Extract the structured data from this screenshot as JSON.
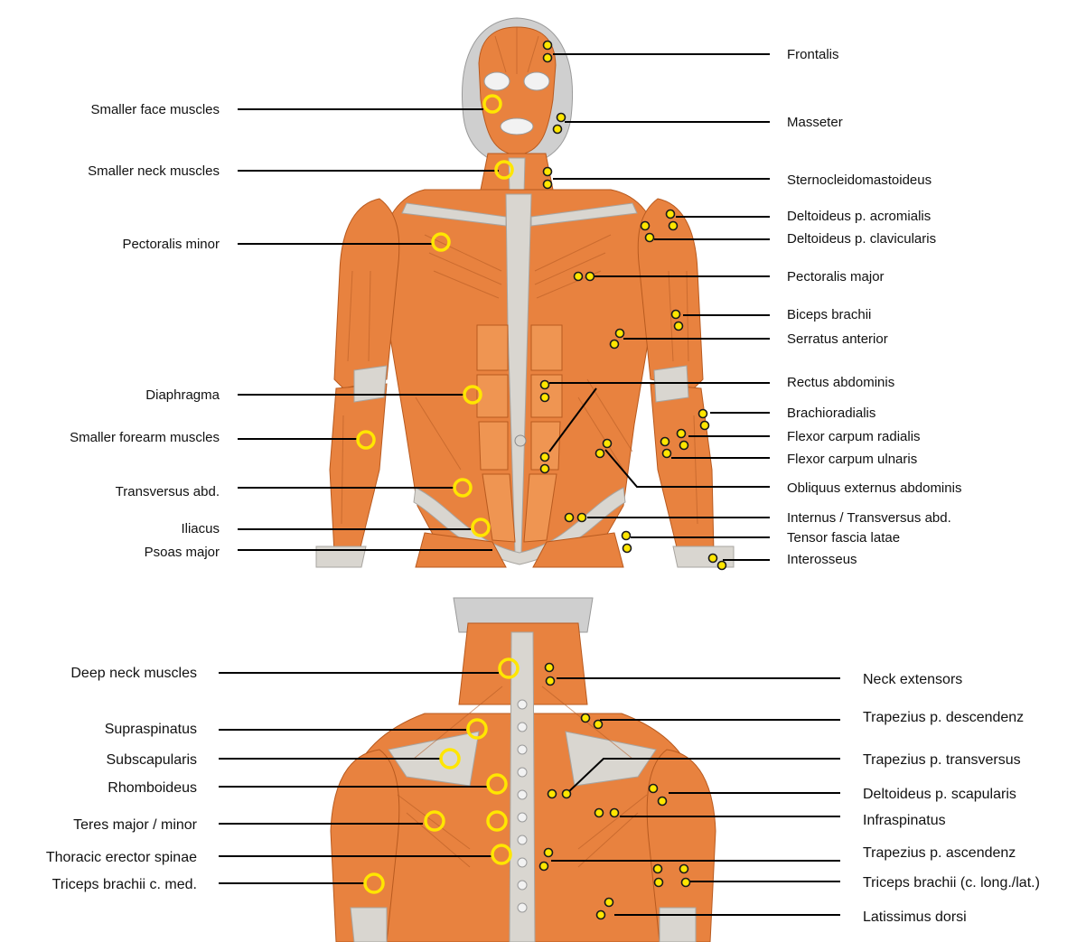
{
  "front": {
    "left_labels": [
      "Smaller face  muscles",
      "Smaller neck muscles",
      "Pectoralis minor",
      "Diaphragma",
      "Smaller forearm  muscles",
      "Transversus abd.",
      "Iliacus",
      "Psoas major"
    ],
    "right_labels": [
      "Frontalis",
      "Masseter",
      "Sternocleidomastoideus",
      "Deltoideus p. acromialis",
      "Deltoideus p. clavicularis",
      "Pectoralis major",
      "Biceps brachii",
      "Serratus anterior",
      "Rectus abdominis",
      "Brachioradialis",
      "Flexor carpum radialis",
      "Flexor carpum ulnaris",
      "Obliquus externus abdominis",
      "Internus / Transversus abd.",
      "Tensor fascia latae",
      "Interosseus"
    ]
  },
  "back": {
    "left_labels": [
      "Deep neck muscles",
      "Supraspinatus",
      "Subscapularis",
      "Rhomboideus",
      "Teres major / minor",
      "Thoracic erector spinae",
      "Triceps brachii c. med."
    ],
    "right_labels": [
      "Neck extensors",
      "Trapezius p. descendenz",
      "Trapezius p. transversus",
      "Deltoideus p. scapularis",
      "Infraspinatus",
      "Trapezius p. ascendenz",
      "Triceps brachii (c. long./lat.)",
      "Latissimus dorsi"
    ]
  },
  "colors": {
    "muscle": "#e8823f",
    "tendon": "#d9d6d0",
    "marker": "#ffe600",
    "leader_line": "#000000"
  }
}
